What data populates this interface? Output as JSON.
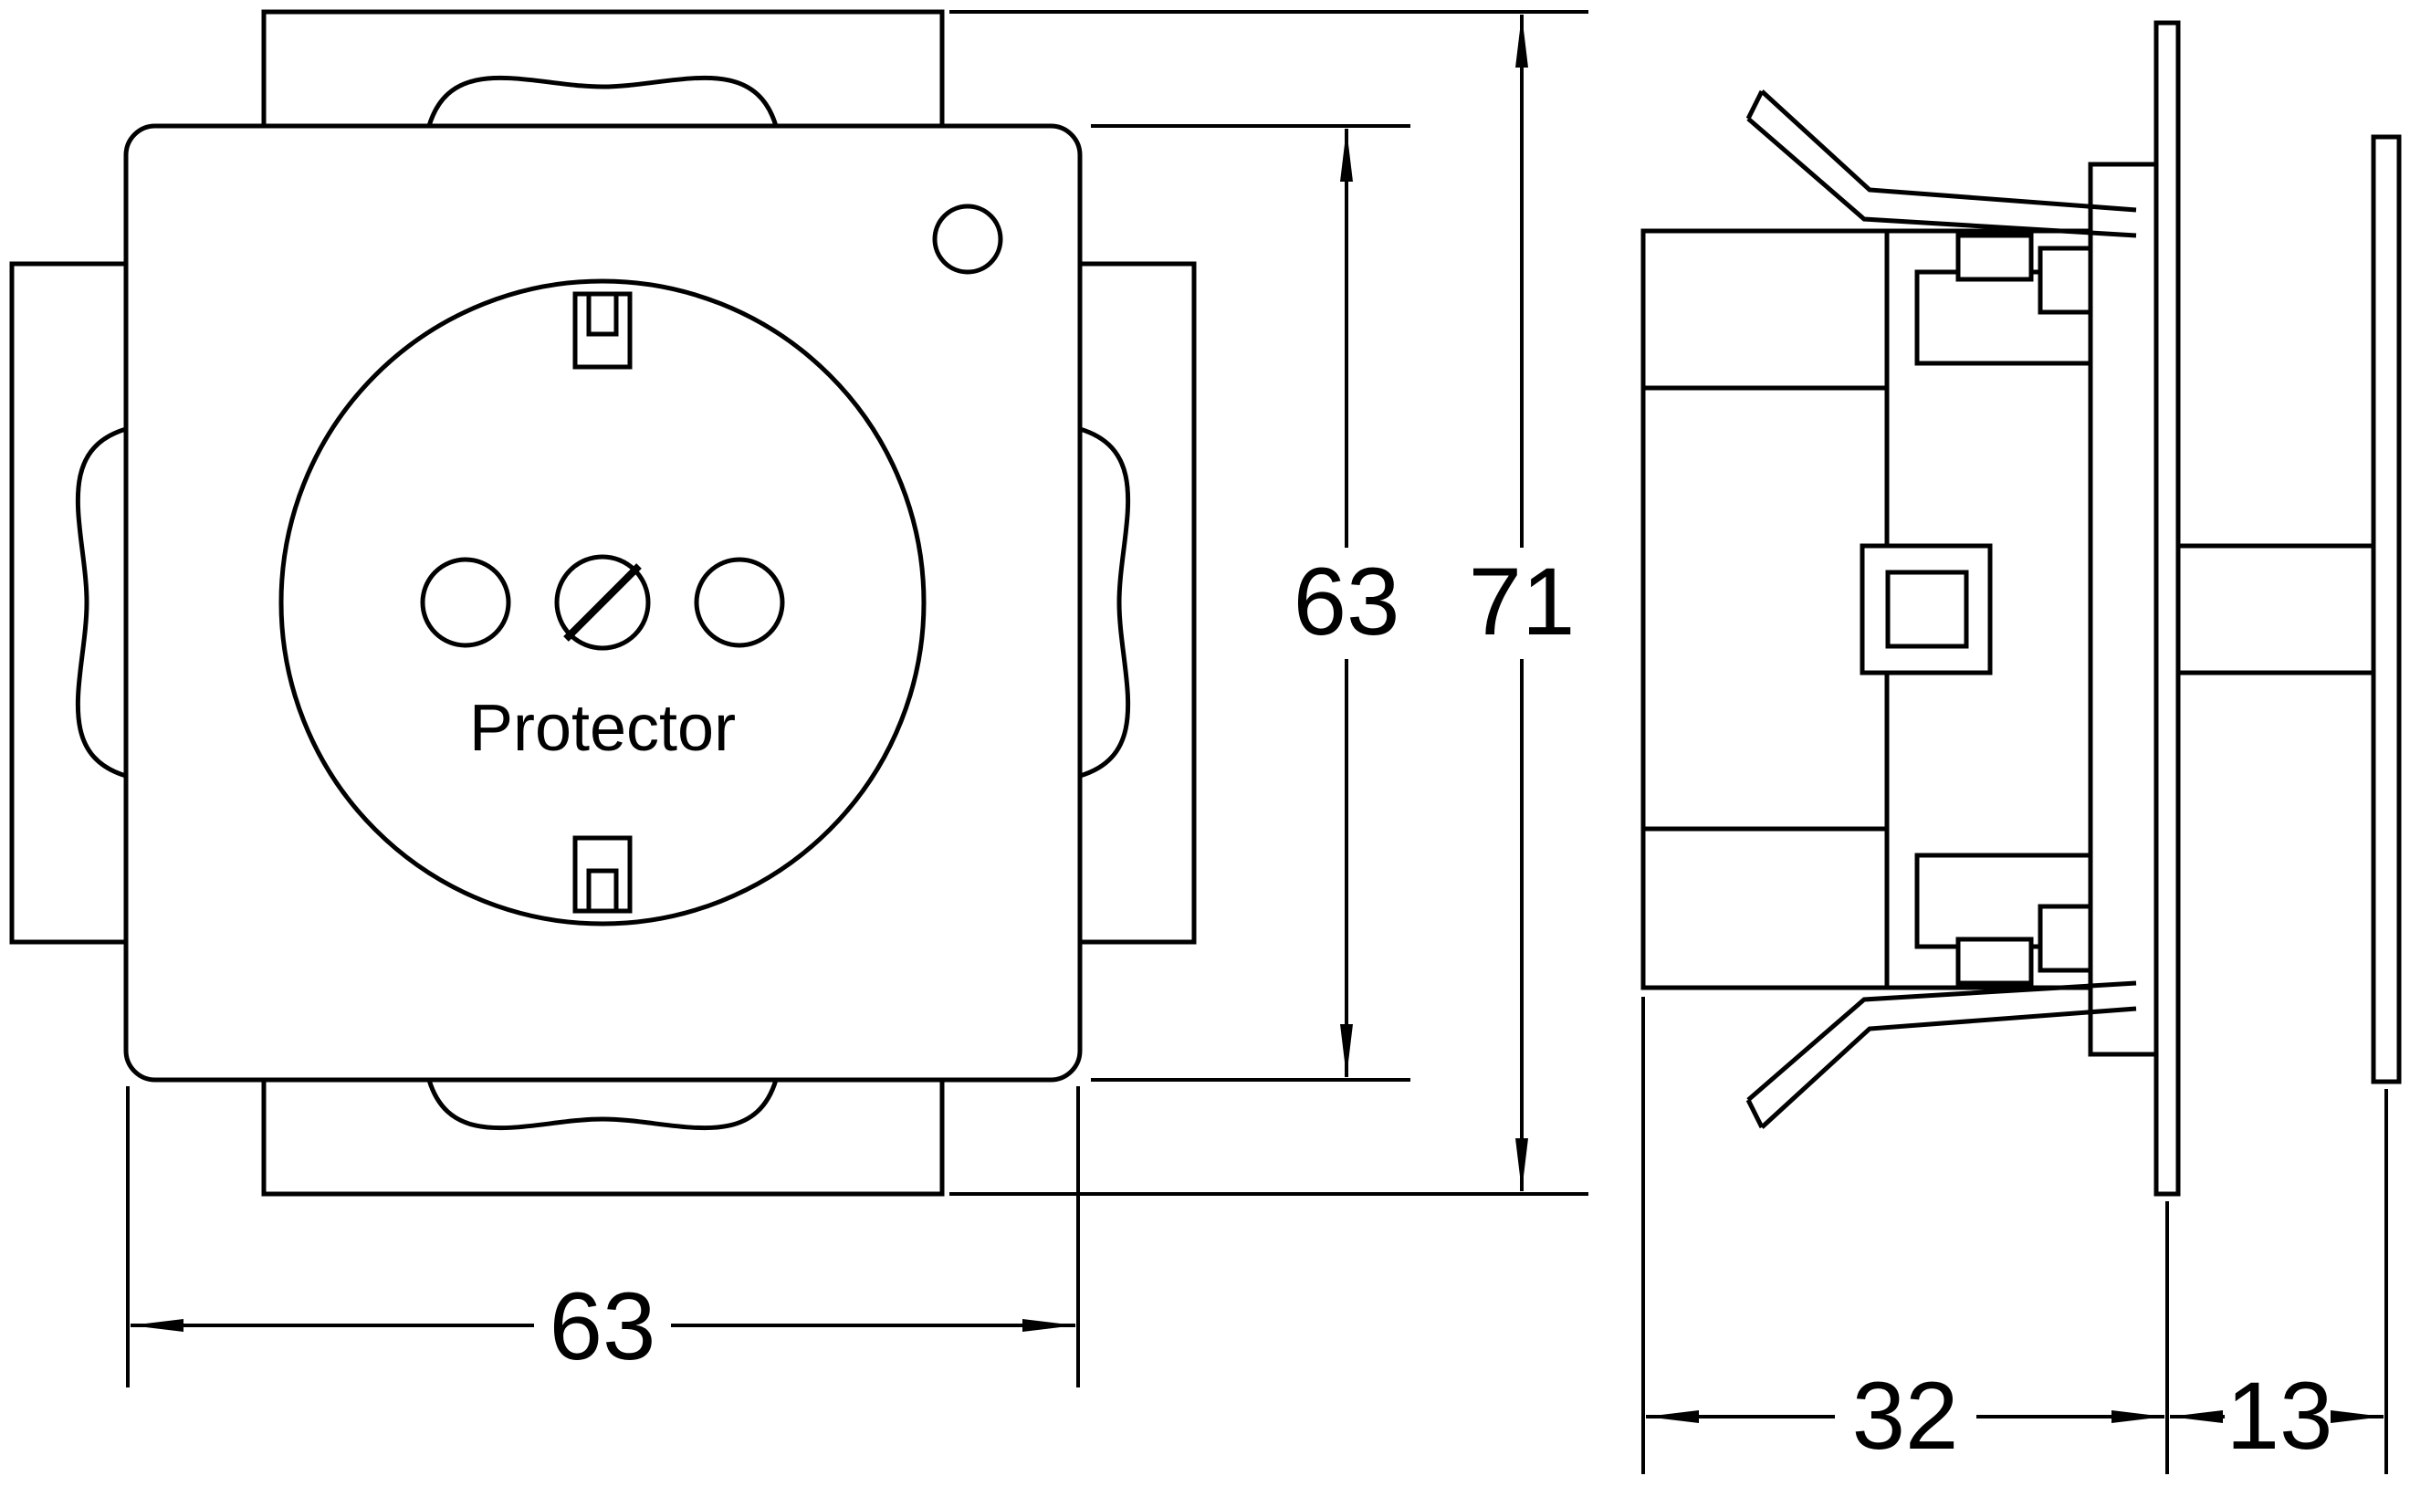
{
  "figure": {
    "type": "technical-drawing",
    "views": {
      "front": {
        "label": "Protector",
        "dimensions": {
          "inner_height": "63",
          "outer_height": "71",
          "width": "63"
        }
      },
      "side": {
        "dimensions": {
          "insert_depth": "32",
          "front_depth": "13"
        }
      }
    },
    "colors": {
      "line": "#000000",
      "background": "#ffffff"
    }
  }
}
